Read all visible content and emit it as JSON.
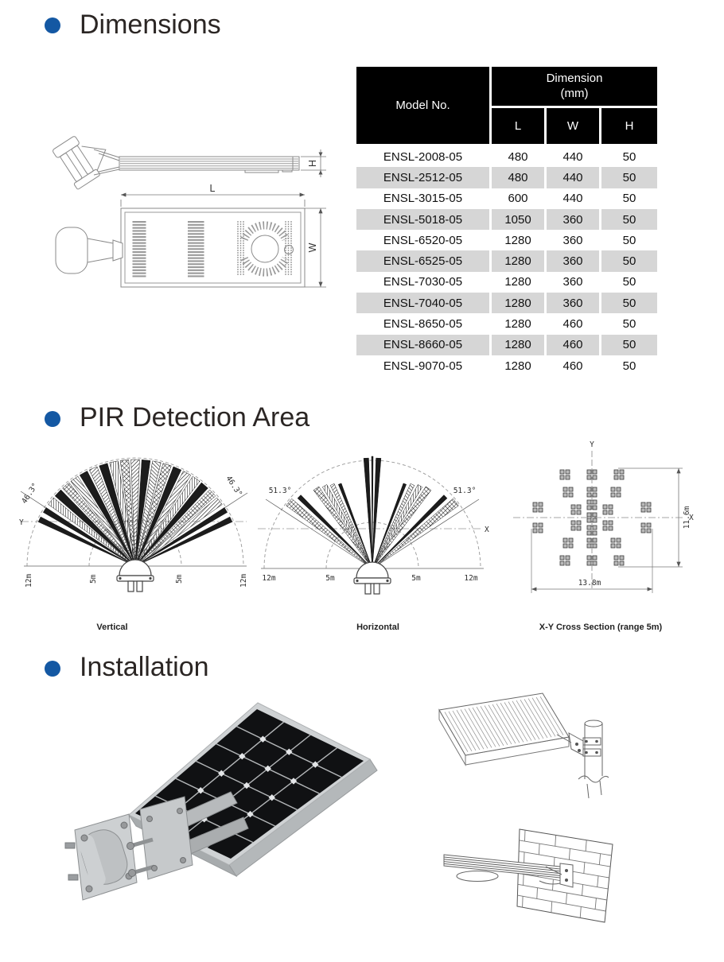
{
  "page": {
    "accent_blue": "#1458a3",
    "table_header_bg": "#000000",
    "table_alt_row": "#d6d6d6"
  },
  "headings": {
    "dimensions": "Dimensions",
    "pir": "PIR Detection Area",
    "installation": "Installation"
  },
  "dim_table": {
    "model_header": "Model No.",
    "dimension_header_line1": "Dimension",
    "dimension_header_line2": "(mm)",
    "columns": [
      "L",
      "W",
      "H"
    ],
    "rows": [
      {
        "model": "ENSL-2008-05",
        "L": "480",
        "W": "440",
        "H": "50"
      },
      {
        "model": "ENSL-2512-05",
        "L": "480",
        "W": "440",
        "H": "50"
      },
      {
        "model": "ENSL-3015-05",
        "L": "600",
        "W": "440",
        "H": "50"
      },
      {
        "model": "ENSL-5018-05",
        "L": "1050",
        "W": "360",
        "H": "50"
      },
      {
        "model": "ENSL-6520-05",
        "L": "1280",
        "W": "360",
        "H": "50"
      },
      {
        "model": "ENSL-6525-05",
        "L": "1280",
        "W": "360",
        "H": "50"
      },
      {
        "model": "ENSL-7030-05",
        "L": "1280",
        "W": "360",
        "H": "50"
      },
      {
        "model": "ENSL-7040-05",
        "L": "1280",
        "W": "360",
        "H": "50"
      },
      {
        "model": "ENSL-8650-05",
        "L": "1280",
        "W": "460",
        "H": "50"
      },
      {
        "model": "ENSL-8660-05",
        "L": "1280",
        "W": "460",
        "H": "50"
      },
      {
        "model": "ENSL-9070-05",
        "L": "1280",
        "W": "460",
        "H": "50"
      }
    ]
  },
  "drawings": {
    "side_view_height_label": "H",
    "top_view_length_label": "L",
    "top_view_width_label": "W"
  },
  "pir": {
    "vertical": {
      "caption": "Vertical",
      "angle": "46.3°",
      "axis_label": "Y",
      "range_far": "12m",
      "range_near": "5m"
    },
    "horizontal": {
      "caption": "Horizontal",
      "angle": "51.3°",
      "axis_label": "X",
      "range_far": "12m",
      "range_near": "5m"
    },
    "cross_section": {
      "caption": "X-Y Cross Section (range 5m)",
      "axis_x": "X",
      "axis_y": "Y",
      "width": "13.8m",
      "height": "11.6m"
    }
  }
}
